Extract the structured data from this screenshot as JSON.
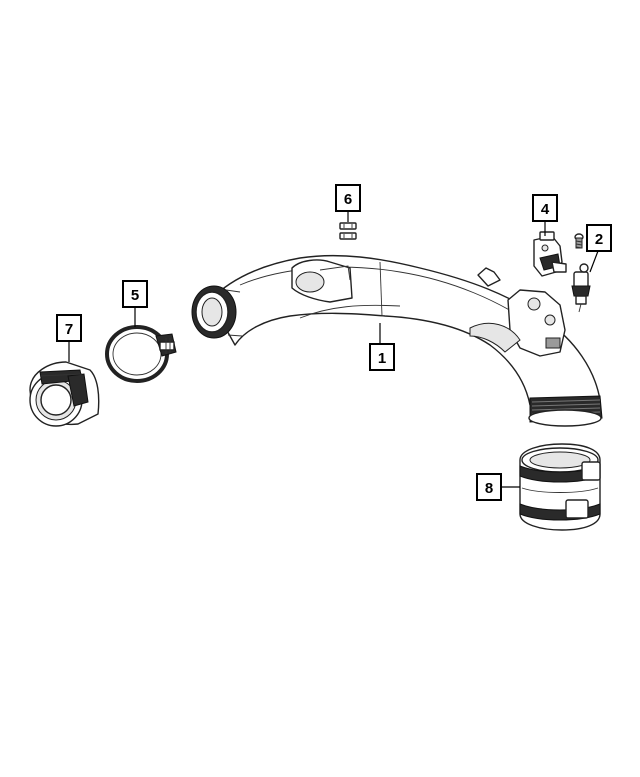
{
  "callouts": [
    {
      "id": "1",
      "label": "1"
    },
    {
      "id": "2",
      "label": "2"
    },
    {
      "id": "4",
      "label": "4"
    },
    {
      "id": "5",
      "label": "5"
    },
    {
      "id": "6",
      "label": "6"
    },
    {
      "id": "7",
      "label": "7"
    },
    {
      "id": "8",
      "label": "8"
    }
  ],
  "colors": {
    "line": "#222222",
    "dark": "#2a2a2a",
    "background": "#ffffff"
  }
}
